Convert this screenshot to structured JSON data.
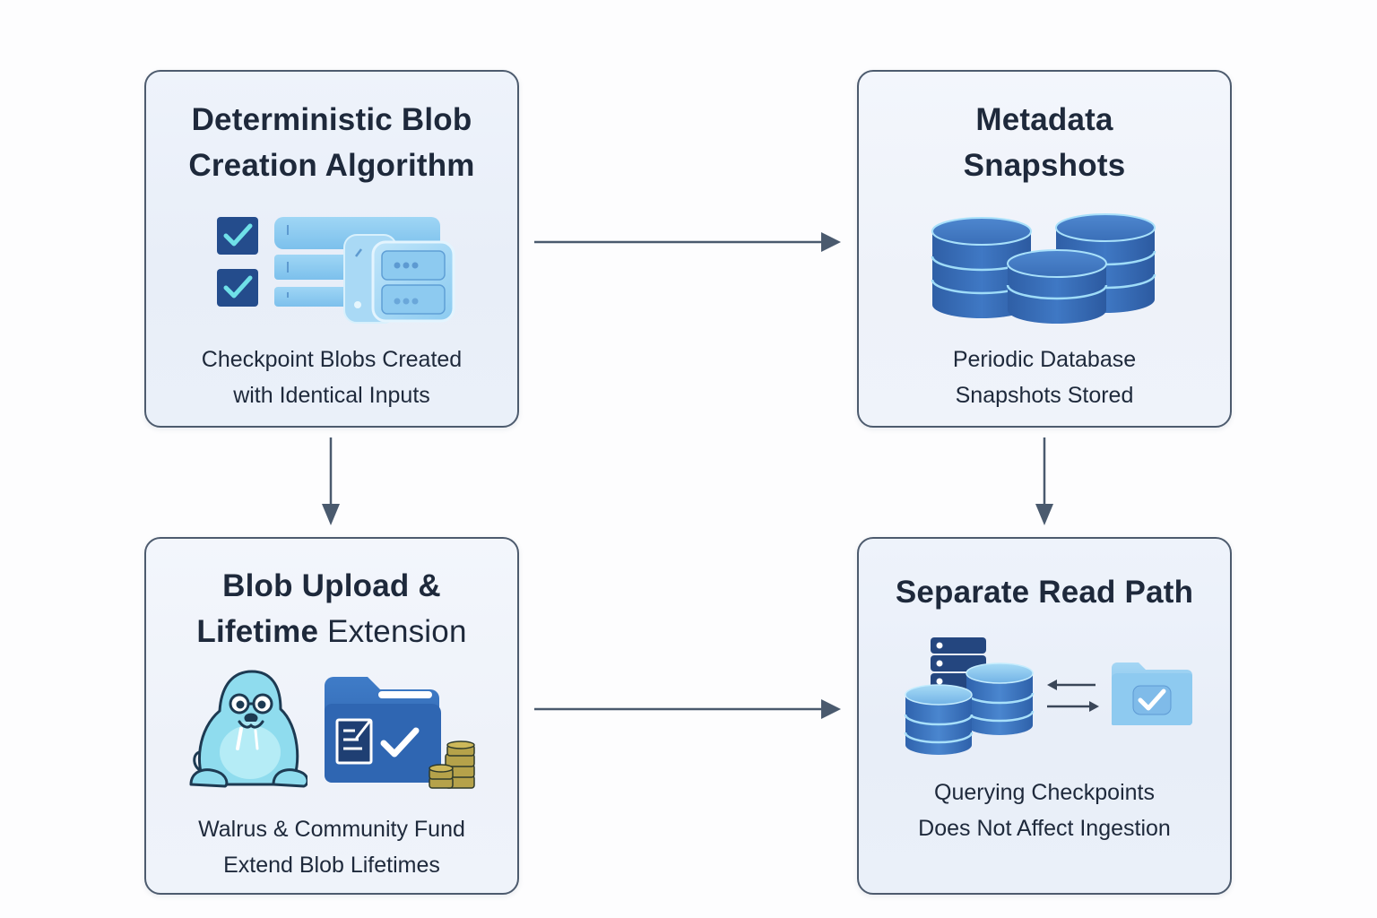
{
  "diagram": {
    "nodes": [
      {
        "id": "deterministic-blob-creation",
        "title_lines": [
          "Deterministic Blob",
          "Creation Algorithm"
        ],
        "description_lines": [
          "Checkpoint Blobs Created",
          "with Identical Inputs"
        ],
        "icons": [
          "checklist-icon",
          "server-blob-icon"
        ]
      },
      {
        "id": "metadata-snapshots",
        "title_lines": [
          "Metadata",
          "Snapshots"
        ],
        "description_lines": [
          "Periodic Database",
          "Snapshots Stored"
        ],
        "icons": [
          "database-stacks-icon"
        ]
      },
      {
        "id": "blob-upload-lifetime-extension",
        "title_lines": [
          "Blob Upload &",
          "Lifetime",
          "Extension"
        ],
        "description_lines": [
          "Walrus & Community Fund",
          "Extend Blob Lifetimes"
        ],
        "icons": [
          "walrus-mascot-icon",
          "folder-document-check-icon",
          "coin-stack-icon"
        ]
      },
      {
        "id": "separate-read-path",
        "title_lines": [
          "Separate Read Path"
        ],
        "description_lines": [
          "Querying Checkpoints",
          "Does Not Affect Ingestion"
        ],
        "icons": [
          "server-rack-icon",
          "database-icon",
          "bidirectional-arrows-icon",
          "folder-check-icon"
        ]
      }
    ],
    "edges": [
      {
        "from": "deterministic-blob-creation",
        "to": "metadata-snapshots",
        "direction": "right"
      },
      {
        "from": "deterministic-blob-creation",
        "to": "blob-upload-lifetime-extension",
        "direction": "down"
      },
      {
        "from": "metadata-snapshots",
        "to": "separate-read-path",
        "direction": "down"
      },
      {
        "from": "blob-upload-lifetime-extension",
        "to": "separate-read-path",
        "direction": "right"
      }
    ],
    "colors": {
      "border": "#4d5b6e",
      "arrow": "#4a5a6e",
      "text": "#1e293b",
      "navy": "#24467f",
      "blue": "#3f75c0",
      "light_blue": "#8fcaf0",
      "mint_check": "#6fe0e8",
      "coin": "#b5a24a"
    }
  }
}
